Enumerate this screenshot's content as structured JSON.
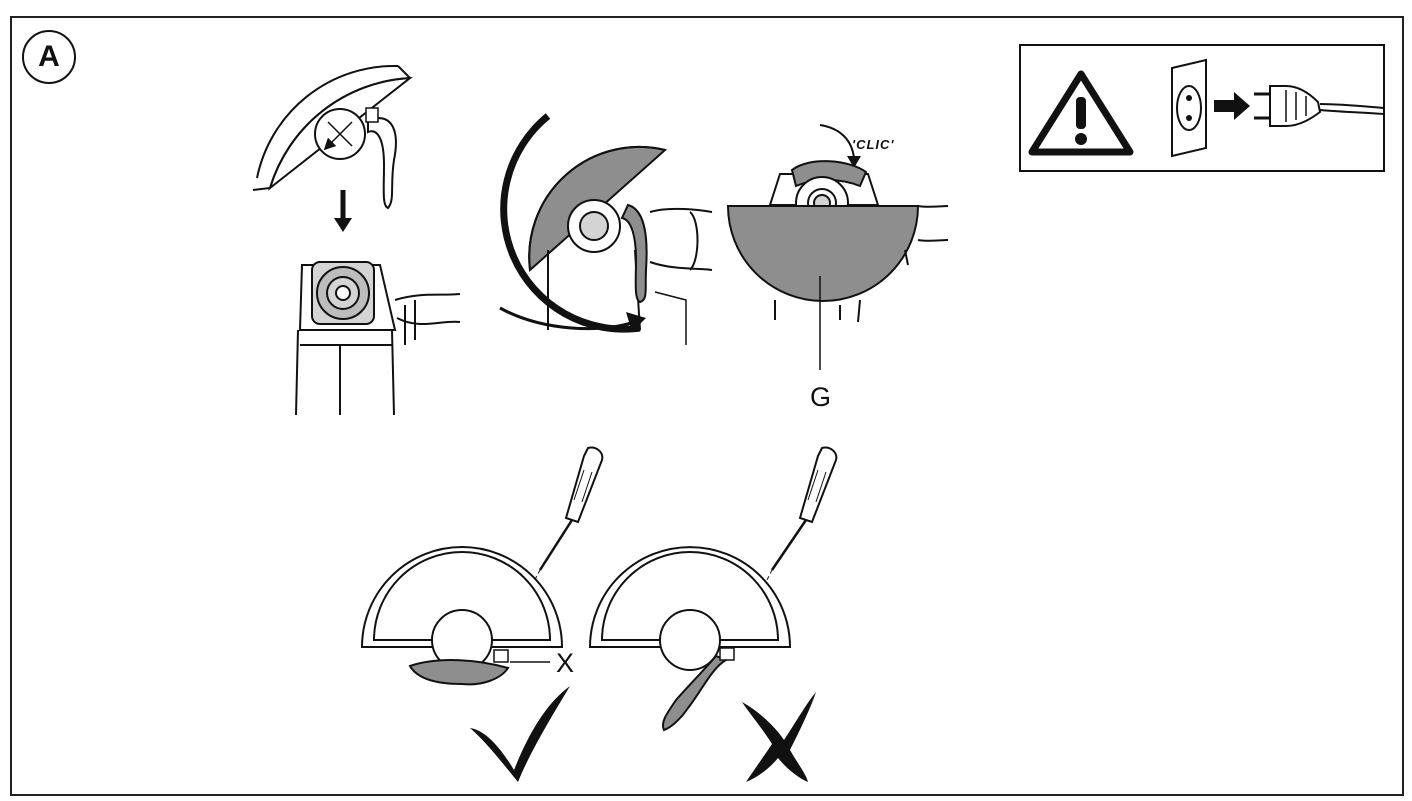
{
  "figure": {
    "step_letter": "A",
    "clic_text": "'CLIC'",
    "label_g": "G",
    "label_x": "X"
  },
  "warning_panel": {
    "warning_icon": "warning-triangle-icon",
    "socket_icon": "wall-socket-icon",
    "arrow_icon": "right-arrow-icon",
    "plug_icon": "power-plug-icon"
  },
  "marks": {
    "correct_icon": "checkmark-icon",
    "incorrect_icon": "cross-mark-icon"
  },
  "colors": {
    "line": "#111111",
    "guard_fill": "#8e8e8e",
    "body_fill": "#d4d4d4",
    "background": "#ffffff"
  }
}
